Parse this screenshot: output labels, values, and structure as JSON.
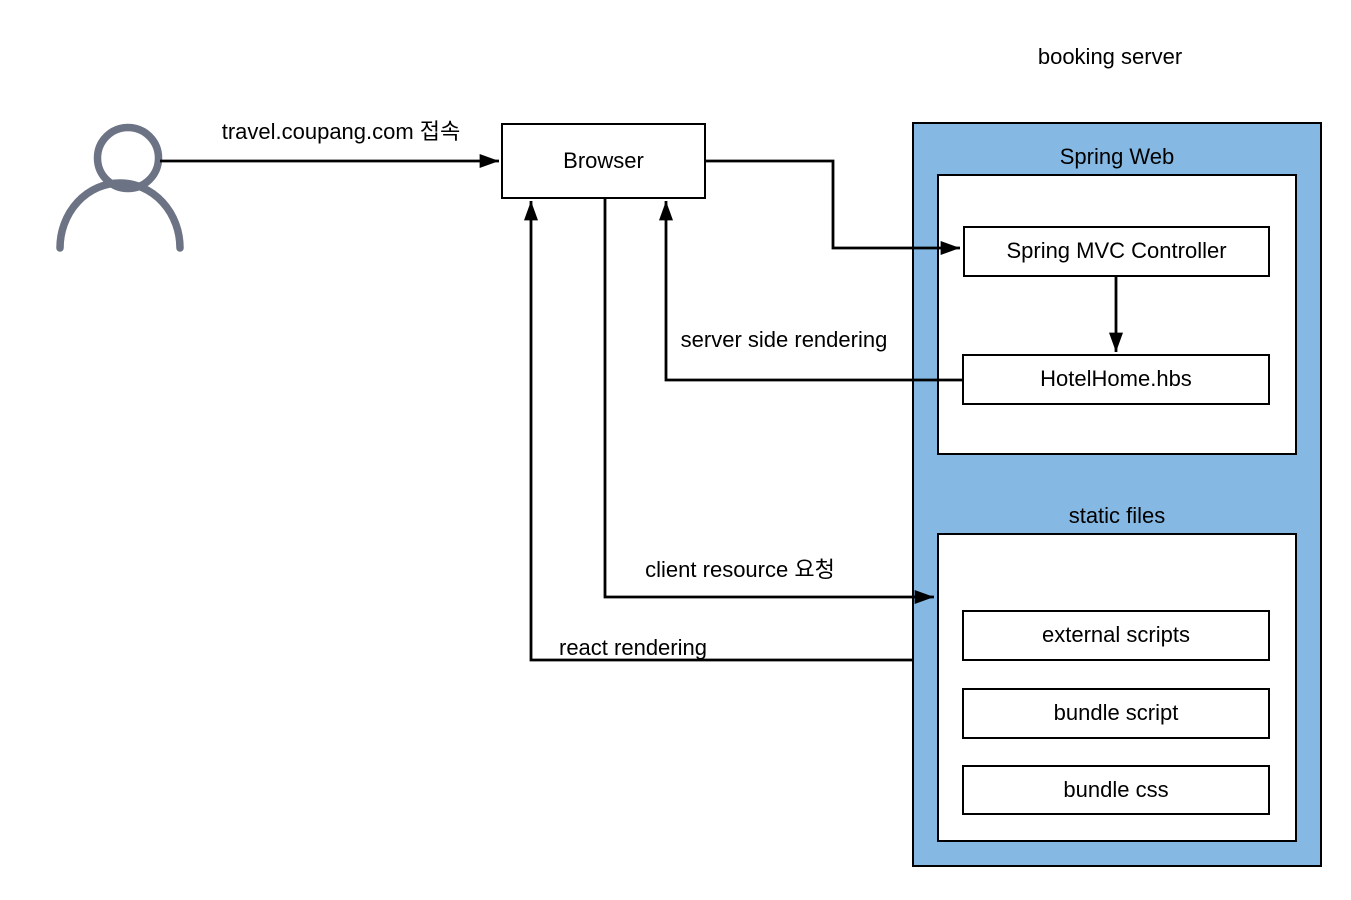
{
  "title": "booking server",
  "colors": {
    "server_fill": "#85B9E4",
    "line": "#000000",
    "actor": "#6C7384"
  },
  "nodes": {
    "browser": "Browser",
    "spring_web": "Spring Web",
    "spring_mvc_controller": "Spring MVC Controller",
    "hotelhome_hbs": "HotelHome.hbs",
    "static_files": "static files",
    "external_scripts": "external scripts",
    "bundle_script": "bundle script",
    "bundle_css": "bundle css"
  },
  "edges": {
    "user_to_browser": "travel.coupang.com 접속",
    "server_side_rendering": "server side rendering",
    "client_resource_request": "client resource 요청",
    "react_rendering": "react rendering"
  }
}
